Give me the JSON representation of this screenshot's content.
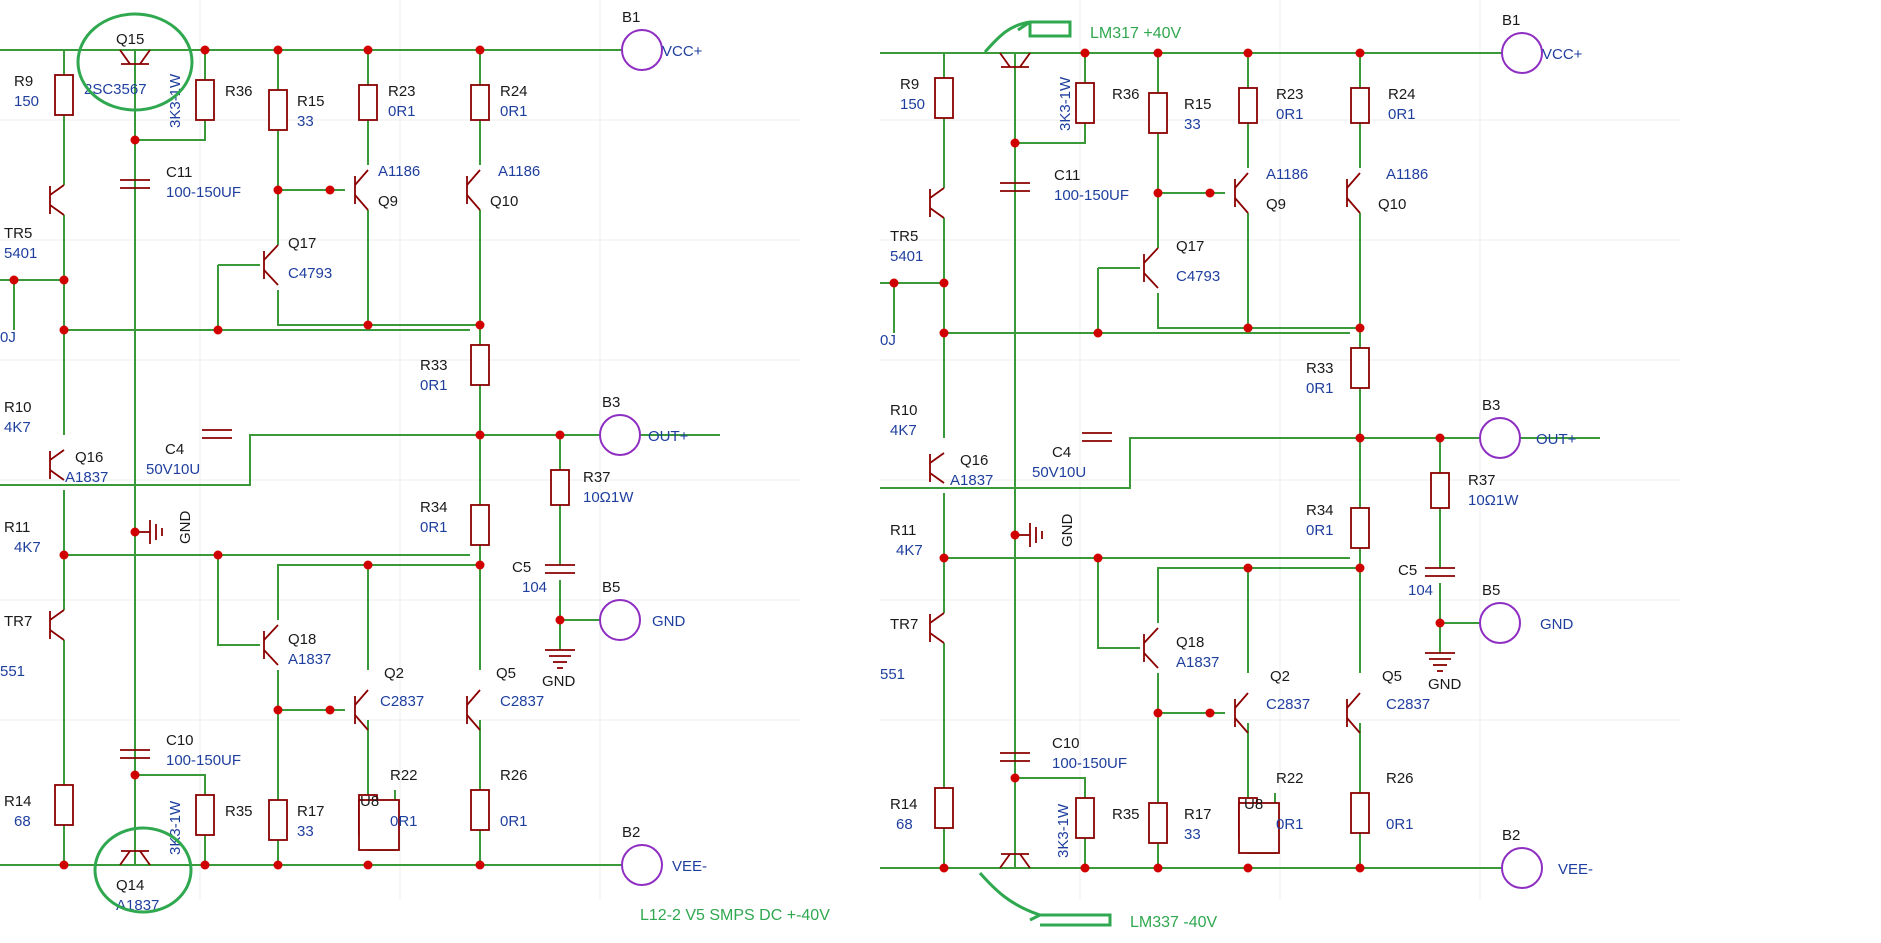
{
  "left": {
    "components": [
      {
        "ref": "R9",
        "value": "150"
      },
      {
        "ref": "Q15",
        "value": "2SC3567"
      },
      {
        "ref": "R36",
        "value": "3K3-1W"
      },
      {
        "ref": "R15",
        "value": "33"
      },
      {
        "ref": "R23",
        "value": "0R1"
      },
      {
        "ref": "R24",
        "value": "0R1"
      },
      {
        "ref": "C11",
        "value": "100-150UF"
      },
      {
        "ref": "Q9",
        "value": "A1186"
      },
      {
        "ref": "Q10",
        "value": "A1186"
      },
      {
        "ref": "TR5",
        "value": "5401"
      },
      {
        "ref": "Q17",
        "value": "C4793"
      },
      {
        "ref": "R33",
        "value": "0R1"
      },
      {
        "ref": "R10",
        "value": "4K7"
      },
      {
        "ref": "C4",
        "value": "50V10U"
      },
      {
        "ref": "Q16",
        "value": "A1837"
      },
      {
        "ref": "R37",
        "value": "10Ω1W"
      },
      {
        "ref": "R34",
        "value": "0R1"
      },
      {
        "ref": "R11",
        "value": "4K7"
      },
      {
        "ref": "C5",
        "value": "104"
      },
      {
        "ref": "TR7",
        "value": "551"
      },
      {
        "ref": "Q18",
        "value": "A1837"
      },
      {
        "ref": "Q2",
        "value": "C2837"
      },
      {
        "ref": "Q5",
        "value": "C2837"
      },
      {
        "ref": "C10",
        "value": "100-150UF"
      },
      {
        "ref": "R14",
        "value": "68"
      },
      {
        "ref": "R35",
        "value": "3K3-1W"
      },
      {
        "ref": "R17",
        "value": "33"
      },
      {
        "ref": "R22",
        "value": "0R1"
      },
      {
        "ref": "U8",
        "value": ""
      },
      {
        "ref": "R26",
        "value": "0R1"
      },
      {
        "ref": "Q14",
        "value": "A1837"
      }
    ],
    "partial_label": "0J"
  },
  "right": {
    "partial_label": "0J"
  },
  "ports": [
    {
      "ref": "B1",
      "name": "VCC+"
    },
    {
      "ref": "B3",
      "name": "OUT+"
    },
    {
      "ref": "B5",
      "name": "GND"
    },
    {
      "ref": "B2",
      "name": "VEE-"
    }
  ],
  "ground_label": "GND",
  "annotations": {
    "top": "LM317  +40V",
    "bottom": "LM337  -40V",
    "caption": "L12-2 V5 SMPS DC +-40V"
  },
  "colors": {
    "wire": "#3a9a3a",
    "component": "#8b0000",
    "junction": "#d10000",
    "reference_text": "#1a1a1a",
    "value_text": "#1f3f9f",
    "port": "#8e2ec2",
    "annotation": "#2fa84f"
  }
}
